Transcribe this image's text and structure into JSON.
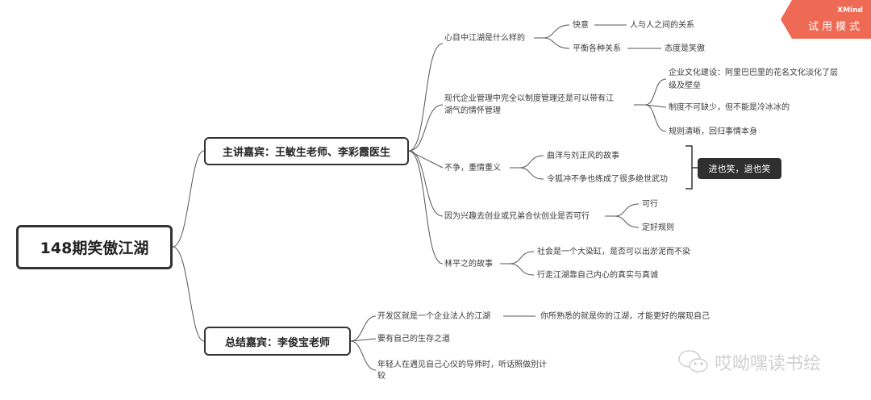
{
  "badge": {
    "brand": "XMind",
    "mode": "试用模式",
    "color": "#ef6a55"
  },
  "root": "148期笑傲江湖",
  "main": [
    {
      "label": "主讲嘉宾：王敏生老师、李彩霞医生",
      "topics": [
        {
          "label": "心目中江湖是什么样的",
          "children": [
            {
              "label": "快意",
              "child": "人与人之间的关系"
            },
            {
              "label": "平衡各种关系",
              "child": "态度是笑傲"
            }
          ]
        },
        {
          "label_lines": [
            "现代企业管理中完全以制度管理还是可以带有江",
            "湖气的情怀管理"
          ],
          "children": [
            {
              "lines": [
                "企业文化建设：阿里巴巴里的花名文化淡化了层",
                "级及壁垒"
              ]
            },
            {
              "label": "制度不可缺少，但不能是冷冰冰的"
            },
            {
              "label": "规则清晰，回归事情本身"
            }
          ]
        },
        {
          "label": "不争，重情重义",
          "children": [
            {
              "label": "曲洋与刘正风的故事"
            },
            {
              "label": "令狐冲不争也练成了很多绝世武功"
            }
          ],
          "summary": "进也笑，退也笑"
        },
        {
          "label": "因为兴趣去创业或兄弟合伙创业是否可行",
          "children": [
            {
              "label": "可行"
            },
            {
              "label": "定好规则"
            }
          ]
        },
        {
          "label": "林平之的故事",
          "children": [
            {
              "label": "社会是一个大染缸，是否可以出淤泥而不染"
            },
            {
              "label": "行走江湖靠自己内心的真实与真诚"
            }
          ]
        }
      ]
    },
    {
      "label": "总结嘉宾：李俊宝老师",
      "topics": [
        {
          "label": "开发区就是一个企业法人的江湖",
          "child": "你所熟悉的就是你的江湖，才能更好的展现自己"
        },
        {
          "label": "要有自己的生存之道"
        },
        {
          "label_lines": [
            "年轻人在遇见自己心仪的导师时，听话照做别计",
            "较"
          ]
        }
      ]
    }
  ],
  "watermark": "哎呦嘿读书绘"
}
